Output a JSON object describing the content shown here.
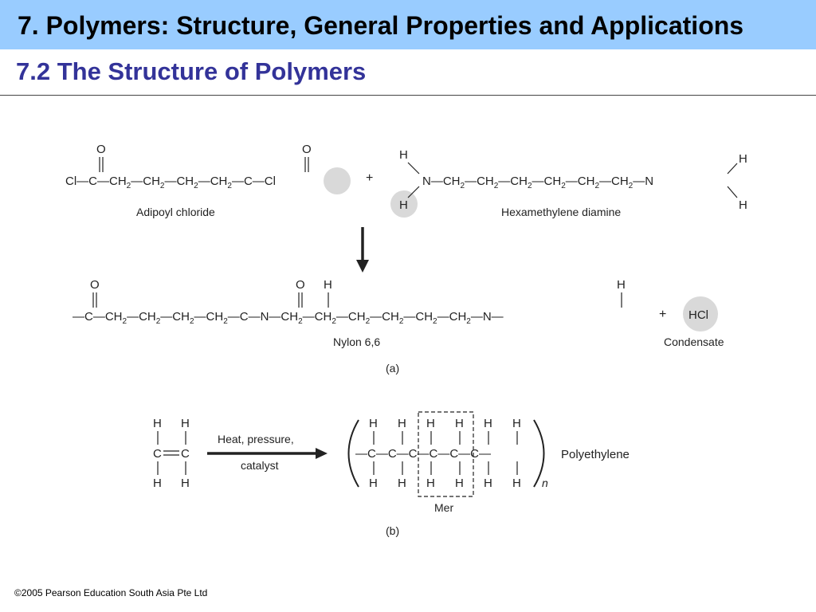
{
  "header": {
    "title": "7. Polymers: Structure, General Properties and Applications",
    "subtitle": "7.2 The Structure of Polymers"
  },
  "diagram_a": {
    "reactant1_name": "Adipoyl chloride",
    "reactant2_name": "Hexamethylene diamine",
    "product_name": "Nylon 6,6",
    "byproduct_formula": "HCl",
    "byproduct_name": "Condensate",
    "label": "(a)"
  },
  "diagram_b": {
    "monomer_atoms": "C",
    "condition_line1": "Heat, pressure,",
    "condition_line2": "catalyst",
    "repeat_subscript": "n",
    "product_name": "Polyethylene",
    "mer_label": "Mer",
    "label": "(b)"
  },
  "footer": {
    "copyright": "©2005 Pearson Education South Asia Pte Ltd"
  },
  "colors": {
    "title_bar": "#99ccff",
    "subtitle": "#333399",
    "highlight_circle": "#d9d9d9"
  }
}
